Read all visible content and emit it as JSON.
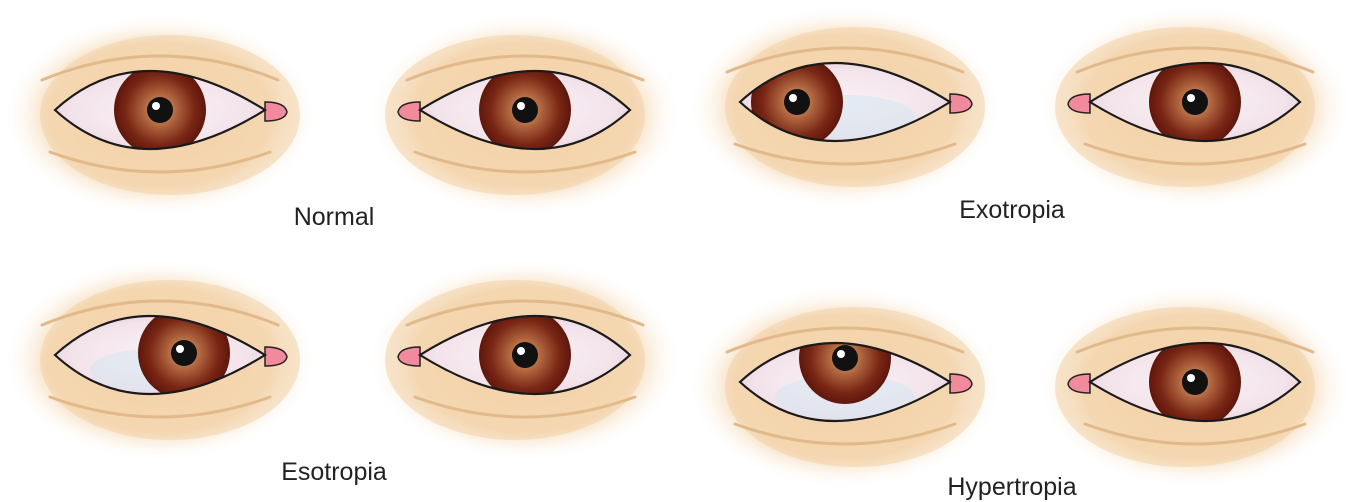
{
  "colors": {
    "skin": "#f3d2a8",
    "skin_line": "#e2b98a",
    "sclera": "#f7eef2",
    "sclera_tint": "#d7e6f1",
    "iris_outer": "#6b1e12",
    "iris_inner": "#c9936c",
    "pupil": "#111111",
    "caruncle": "#f08a9c",
    "caption_text": "#222222"
  },
  "panels": [
    {
      "id": "normal",
      "label": "Normal",
      "eyes": [
        {
          "side": "right",
          "gaze": "center"
        },
        {
          "side": "left",
          "gaze": "center"
        }
      ]
    },
    {
      "id": "exotropia",
      "label": "Exotropia",
      "eyes": [
        {
          "side": "right",
          "gaze": "outward"
        },
        {
          "side": "left",
          "gaze": "center"
        }
      ]
    },
    {
      "id": "esotropia",
      "label": "Esotropia",
      "eyes": [
        {
          "side": "right",
          "gaze": "inward"
        },
        {
          "side": "left",
          "gaze": "center"
        }
      ]
    },
    {
      "id": "hypertropia",
      "label": "Hypertropia",
      "eyes": [
        {
          "side": "right",
          "gaze": "upward"
        },
        {
          "side": "left",
          "gaze": "center"
        }
      ]
    }
  ]
}
